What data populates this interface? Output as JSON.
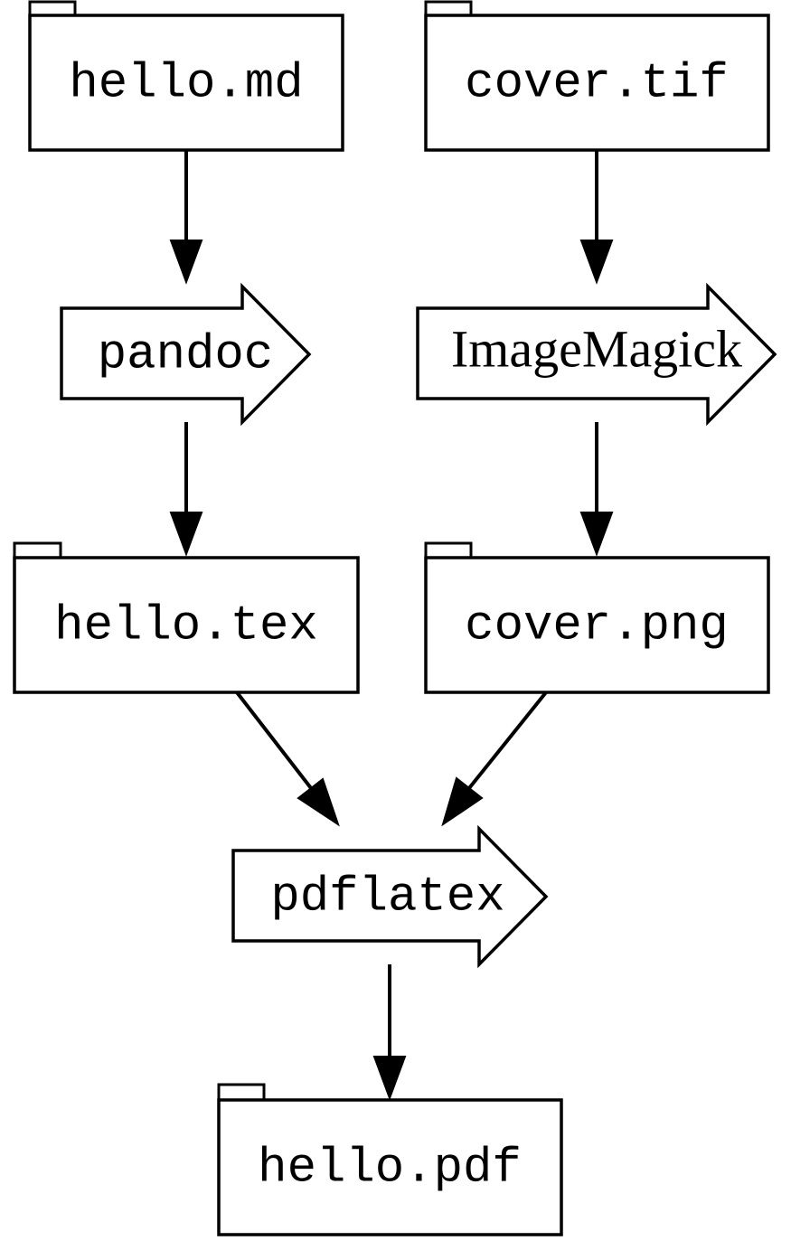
{
  "diagram": {
    "files": {
      "hello_md": "hello.md",
      "cover_tif": "cover.tif",
      "hello_tex": "hello.tex",
      "cover_png": "cover.png",
      "hello_pdf": "hello.pdf"
    },
    "tools": {
      "pandoc": "pandoc",
      "imagemagick": "ImageMagick",
      "pdflatex": "pdflatex"
    },
    "edges": [
      {
        "from": "hello.md",
        "to": "pandoc"
      },
      {
        "from": "pandoc",
        "to": "hello.tex"
      },
      {
        "from": "cover.tif",
        "to": "ImageMagick"
      },
      {
        "from": "ImageMagick",
        "to": "cover.png"
      },
      {
        "from": "hello.tex",
        "to": "pdflatex"
      },
      {
        "from": "cover.png",
        "to": "pdflatex"
      },
      {
        "from": "pdflatex",
        "to": "hello.pdf"
      }
    ]
  }
}
